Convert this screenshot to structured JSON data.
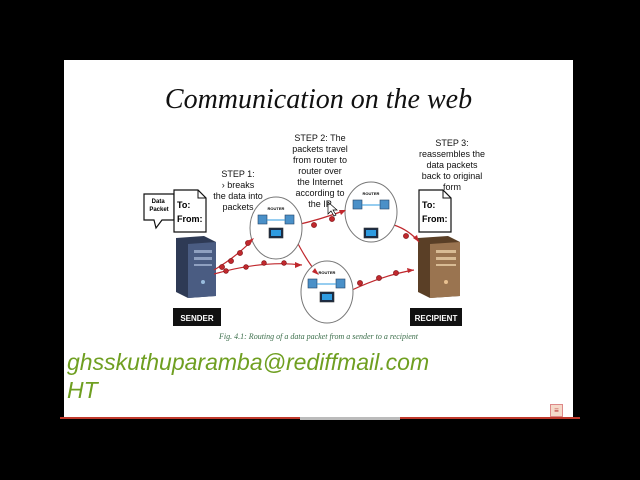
{
  "slide": {
    "title": "Communication on the web",
    "step1": "STEP 1:\n› breaks\nthe data into\npackets",
    "step2": "STEP 2: The\npackets travel\nfrom router to\nrouter over\nthe Internet\naccording to\nthe IP",
    "step3": "STEP 3:\nreassembles the\ndata packets\nback to original\nform",
    "bubble_label": "Data\nPacket",
    "sender_doc": "To:\nFrom:",
    "recipient_doc": "To:\nFrom:",
    "router_label": "ROUTER",
    "sender_label": "SENDER",
    "recipient_label": "RECIPIENT",
    "caption": "Fig. 4.1: Routing of a data packet from a sender to a recipient"
  },
  "overlay": {
    "watermark": "ghsskuthuparamba@rediffmail.com\nHT"
  },
  "icons": {
    "corner": "document-icon"
  },
  "colors": {
    "packet": "#c0282d",
    "router_blue": "#4a90c8",
    "sender_tower": "#3b4b6b",
    "recipient_tower": "#7a5a3a",
    "watermark": "#6f9f21"
  }
}
